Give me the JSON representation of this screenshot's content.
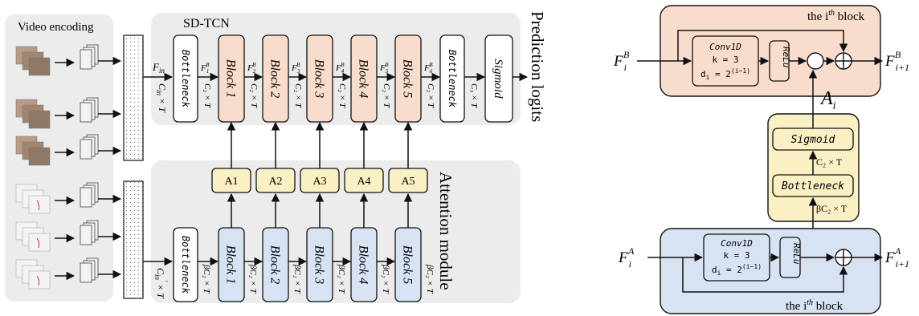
{
  "colors": {
    "panel_gray": "#ececec",
    "block_orange": "#f9ddcc",
    "block_blue": "#d7e3f2",
    "attention_yellow": "#fbefc4",
    "stroke": "#111111"
  },
  "left": {
    "video_encoding": "Video encoding",
    "sdtcn_title": "SD-TCN",
    "prediction_logits": "Prediction logits",
    "attention_module": "Attention module",
    "f_in": "F",
    "f_in_sub": "in",
    "c_in": "C",
    "c_in_sub": "in",
    "times_t": "× T",
    "c_in_prime": "C",
    "c_in_prime_sub": "in",
    "c_in_prime_sup": "′",
    "bottleneck": "Bottleneck",
    "sigmoid": "Sigmoid",
    "top_blocks": [
      "Block 1",
      "Block 2",
      "Block 3",
      "Block 4",
      "Block 5"
    ],
    "bottom_blocks": [
      "Block 1",
      "Block 2",
      "Block 3",
      "Block 4",
      "Block 5"
    ],
    "attention_boxes": [
      "A1",
      "A2",
      "A3",
      "A4",
      "A5"
    ],
    "top_feature_labels": [
      {
        "base": "F",
        "sub": "1",
        "sup": "B"
      },
      {
        "base": "F",
        "sub": "2",
        "sup": "B"
      },
      {
        "base": "F",
        "sub": "3",
        "sup": "B"
      },
      {
        "base": "F",
        "sub": "4",
        "sup": "B"
      },
      {
        "base": "F",
        "sub": "5",
        "sup": "B"
      },
      {
        "base": "F",
        "sub": "6",
        "sup": "B"
      }
    ],
    "top_dim_labels": [
      "C₂ × T",
      "C₂ × T",
      "C₂ × T",
      "C₂ × T",
      "C₂ × T",
      "C₂ × T",
      "C₃ × T"
    ],
    "bottom_dim_labels": [
      "βC₂ × T",
      "βC₂ × T",
      "βC₂ × T",
      "βC₂ × T",
      "βC₂ × T",
      "βC₂ × T"
    ]
  },
  "right": {
    "top_block_title": "the i",
    "top_block_title_sup": "th",
    "top_block_title_end": " block",
    "bottom_block_title": "the i",
    "bottom_block_title_sup": "th",
    "bottom_block_title_end": " block",
    "conv_line1": "Conv1D",
    "conv_line2": "k = 3",
    "conv_line3": "d",
    "conv_line3_sub": "i",
    "conv_line3_rest": " = 2",
    "conv_line3_sup": "(i−1)",
    "relu": "ReLu",
    "sigmoid": "Sigmoid",
    "bottleneck": "Bottleneck",
    "dim1": "C₂ × T",
    "dim2": "βC₂ × T",
    "a_i": "A",
    "a_i_sub": "i",
    "fb_in": "F",
    "fb_in_sub": "i",
    "fb_in_sup": "B",
    "fb_out": "F",
    "fb_out_sub": "i+1",
    "fb_out_sup": "B",
    "fa_in": "F",
    "fa_in_sub": "i",
    "fa_in_sup": "A",
    "fa_out": "F",
    "fa_out_sub": "i+1",
    "fa_out_sup": "A"
  }
}
